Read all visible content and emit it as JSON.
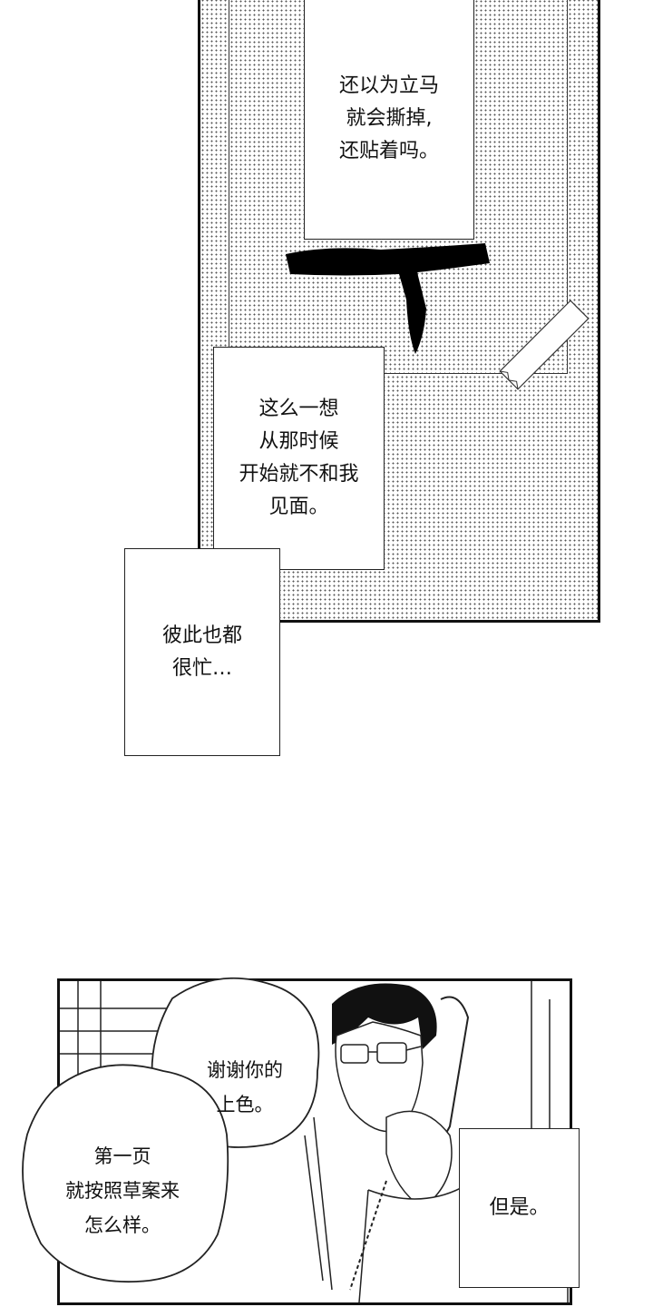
{
  "top_panel": {
    "caption_1": [
      "还以为立马",
      "就会撕掉,",
      "还贴着吗。"
    ],
    "caption_2": [
      "这么一想",
      "从那时候",
      "开始就不和我",
      "见面。"
    ],
    "caption_3": [
      "彼此也都",
      "很忙…"
    ]
  },
  "bottom_panel": {
    "bubble_1": [
      "谢谢你的",
      "上色。"
    ],
    "bubble_2": [
      "第一页",
      "就按照草案来",
      "怎么样。"
    ],
    "caption_4": [
      "但是。"
    ]
  }
}
